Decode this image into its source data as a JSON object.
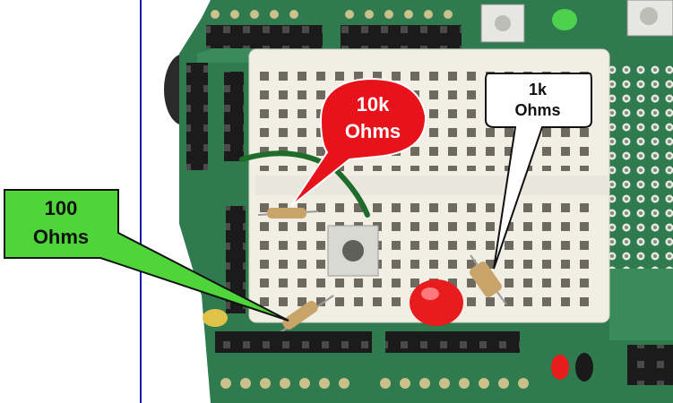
{
  "callouts": {
    "red": {
      "line1": "10k",
      "line2": "Ohms",
      "color": "#e8121b"
    },
    "white": {
      "line1": "1k",
      "line2": "Ohms",
      "color": "#ffffff"
    },
    "green": {
      "line1": "100",
      "line2": "Ohms",
      "color": "#4fd53a"
    }
  },
  "colors": {
    "board": "#2f7a4f",
    "breadboard": "#f1eee4",
    "margin_line": "#1a1aa8"
  }
}
